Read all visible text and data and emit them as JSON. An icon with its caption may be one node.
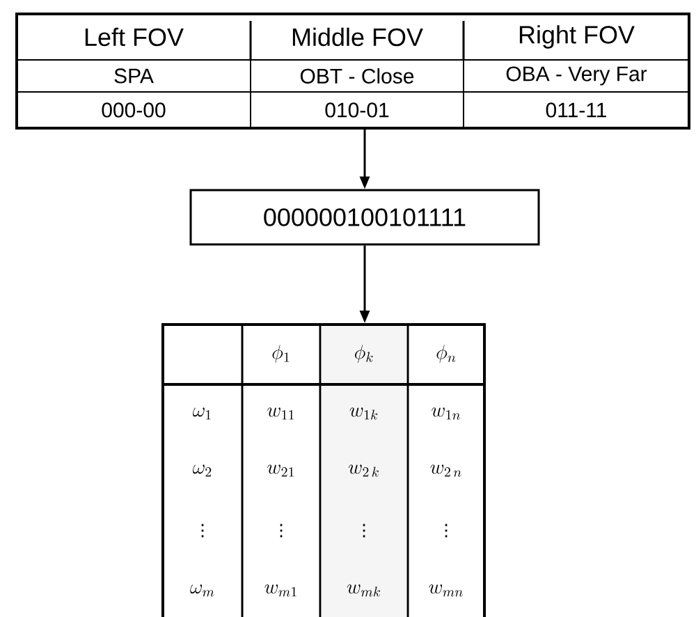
{
  "diagram": {
    "nodes": [
      {
        "text": [
          "Left FOV",
          "Middle FOV",
          "Right FOV",
          "SPA",
          "OBT - Close",
          "OBA - Very Far",
          "000-00",
          "010-01",
          "011-11"
        ]
      },
      {
        "text": [
          "000000100101111"
        ]
      },
      {
        "text": [
          "\\phi_{1}",
          "\\phi_{k}",
          "\\phi_{n}",
          "\\omega_{1}",
          "w_{11}",
          "w_{1k}",
          "w_{1n}",
          "\\omega_{2}",
          "w_{21}",
          "w_{2\\,k}",
          "w_{2\\,n}",
          "\\vdots",
          "\\vdots",
          "\\vdots",
          "\\vdots",
          "\\omega_{m}",
          "w_{m1}",
          "w_{mk}",
          "w_{mn}"
        ]
      }
    ],
    "edges": [
      {
        "from": 0,
        "to": 1,
        "arrow": "to"
      },
      {
        "from": 1,
        "to": 2,
        "arrow": "to"
      }
    ]
  }
}
